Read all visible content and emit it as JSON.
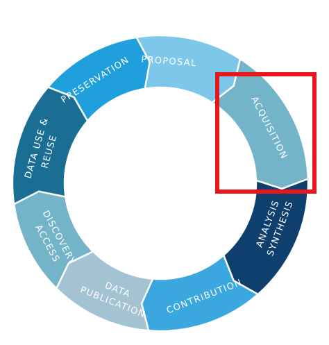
{
  "diagram": {
    "segments": [
      {
        "id": "proposal",
        "lines": [
          "PROPOSAL"
        ],
        "color": "#7dc8ea"
      },
      {
        "id": "acquisition",
        "lines": [
          "ACQUISITION"
        ],
        "color": "#74b4c8"
      },
      {
        "id": "analysis",
        "lines": [
          "ANALYSIS",
          "SYNTHESIS"
        ],
        "color": "#0e3f6d"
      },
      {
        "id": "contribution",
        "lines": [
          "CONTRIBUTION"
        ],
        "color": "#3ba7df"
      },
      {
        "id": "publication",
        "lines": [
          "DATA",
          "PUBLICATION"
        ],
        "color": "#a3c3d2"
      },
      {
        "id": "discovery",
        "lines": [
          "DISCOVERY",
          "ACCESS"
        ],
        "color": "#74b4c8"
      },
      {
        "id": "reuse",
        "lines": [
          "DATA USE &",
          "REUSE"
        ],
        "color": "#1a6e94"
      },
      {
        "id": "preservation",
        "lines": [
          "PRESERVATION"
        ],
        "color": "#1f9fdc"
      }
    ],
    "highlight_color": "#e8161b"
  }
}
